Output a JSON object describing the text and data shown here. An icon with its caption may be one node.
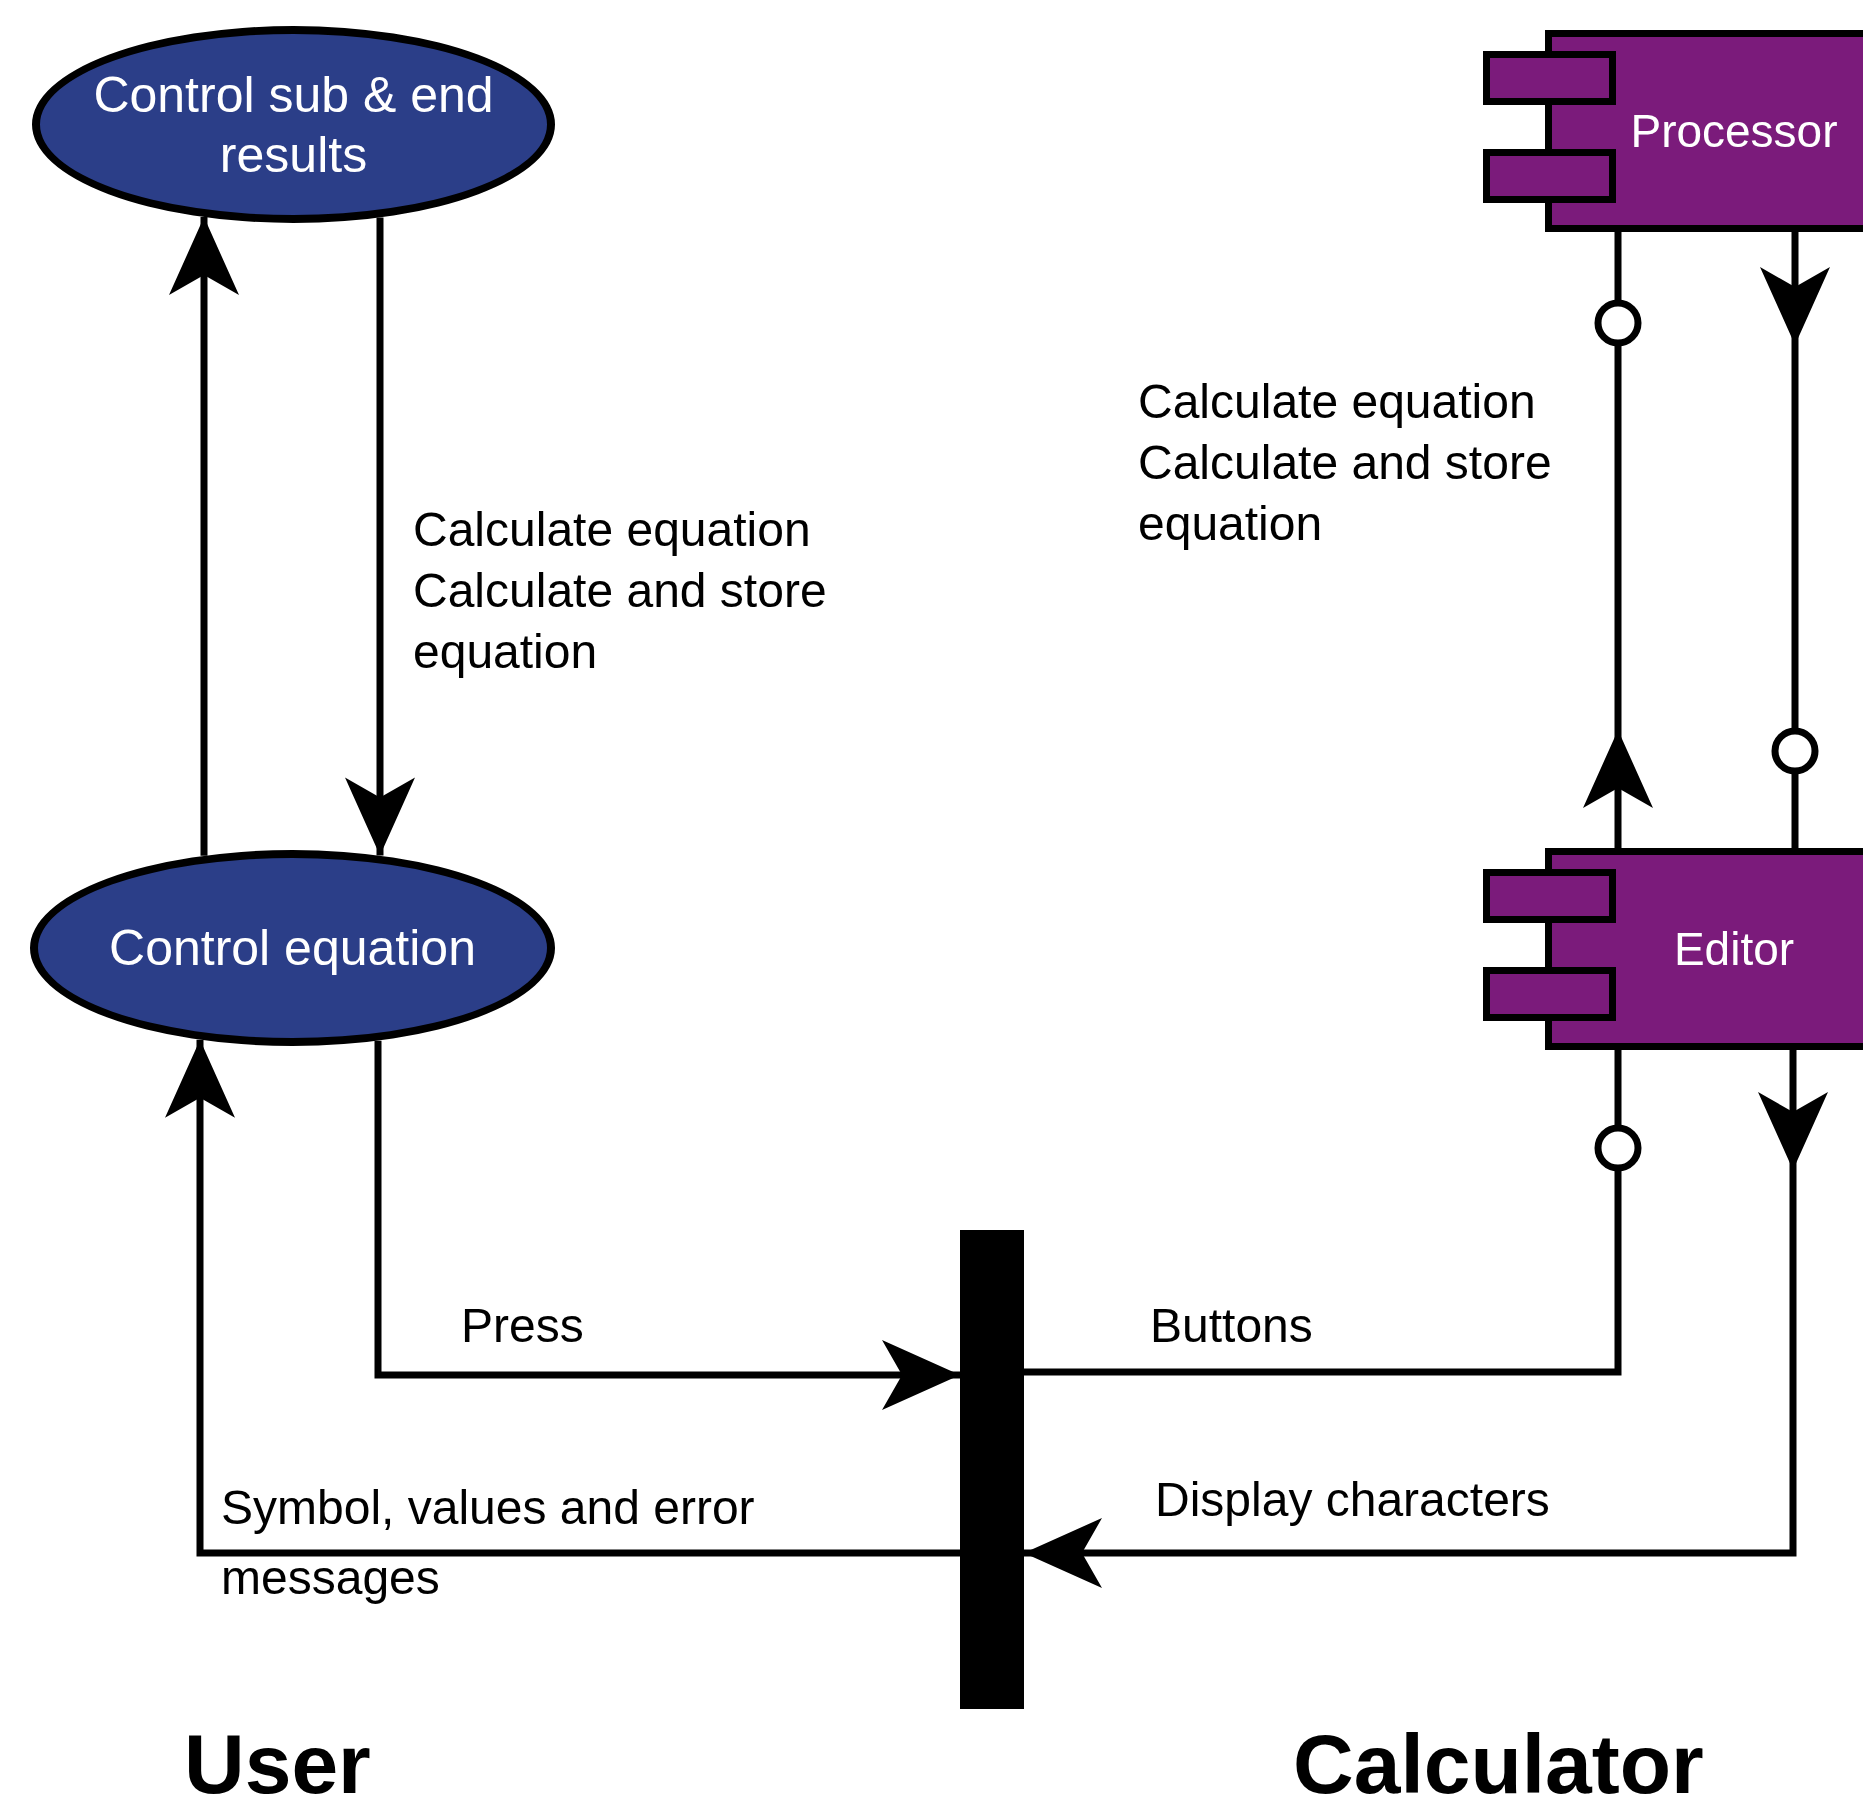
{
  "diagram": {
    "nodes": [
      {
        "text": [
          "Control sub & end results"
        ]
      },
      {
        "text": [
          "Control equation"
        ]
      },
      {
        "text": [
          "Processor"
        ]
      },
      {
        "text": [
          "Editor"
        ]
      },
      {
        "text": [],
        "shape": "bar"
      }
    ],
    "edges": [
      {
        "from": 1,
        "to": 0,
        "arrow": "to"
      },
      {
        "from": 0,
        "to": 1,
        "arrow": "to",
        "label": "Calculate equation Calculate and store equation"
      },
      {
        "from": 3,
        "to": 2,
        "arrow": "to",
        "label": "Calculate equation Calculate and store equation"
      },
      {
        "from": 2,
        "to": 3,
        "arrow": "to"
      },
      {
        "from": 1,
        "to": 4,
        "arrow": "to",
        "label": "Press"
      },
      {
        "from": 3,
        "to": 4,
        "arrow": "none",
        "label": "Buttons"
      },
      {
        "from": 3,
        "to": 4,
        "arrow": "to",
        "label": "Display characters"
      },
      {
        "from": 4,
        "to": 1,
        "arrow": "to",
        "label": "Symbol, values and error messages"
      }
    ],
    "labels": [
      "User",
      "Calculator"
    ]
  }
}
